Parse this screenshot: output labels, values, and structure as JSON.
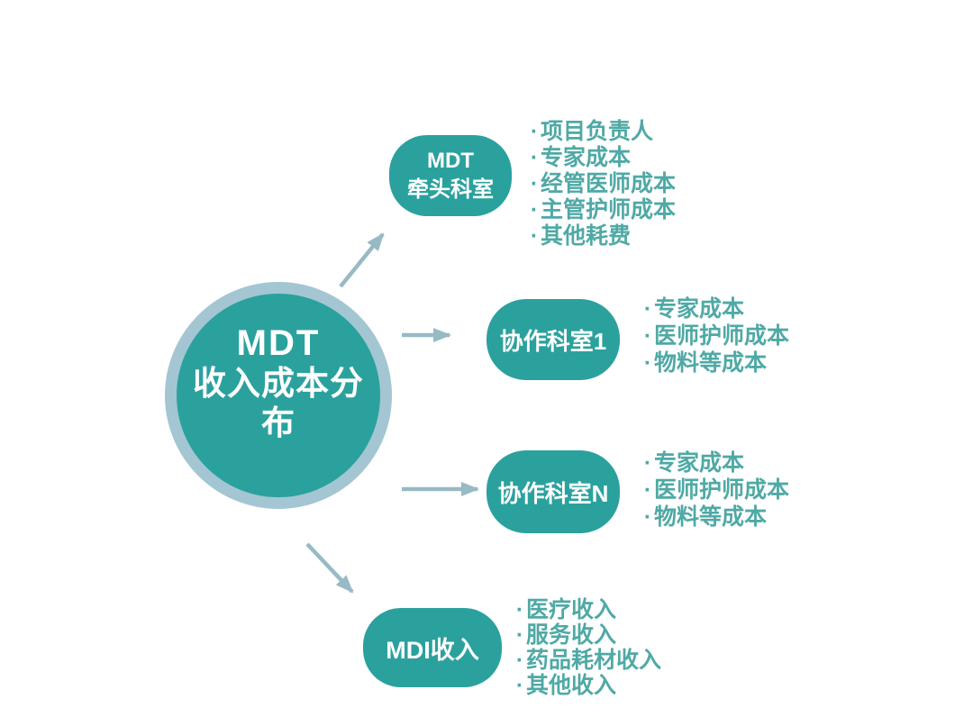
{
  "diagram": {
    "title_hint": "MDT income-cost distribution diagram",
    "bullet_char": "·",
    "center_node": {
      "line1": "MDT",
      "line2": "收入成本分布"
    },
    "nodes": [
      {
        "id": "mdt-lead",
        "label_line1": "MDT",
        "label_line2": "牵头科室",
        "items": [
          "项目负责人",
          "专家成本",
          "经管医师成本",
          "主管护师成本",
          "其他耗费"
        ]
      },
      {
        "id": "collab-dept-1",
        "label": "协作科室1",
        "items": [
          "专家成本",
          "医师护师成本",
          "物料等成本"
        ]
      },
      {
        "id": "collab-dept-n",
        "label": "协作科室N",
        "items": [
          "专家成本",
          "医师护师成本",
          "物料等成本"
        ]
      },
      {
        "id": "mdi-income",
        "label": "MDI收入",
        "items": [
          "医疗收入",
          "服务收入",
          "药品耗材收入",
          "其他收入"
        ]
      }
    ],
    "colors": {
      "node_fill": "#2ba19e",
      "node_text": "#ffffff",
      "circle_ring": "#a3c6d2",
      "arrow": "#97bac5",
      "list_text": "#4fa9a5",
      "background": "#ffffff"
    }
  }
}
